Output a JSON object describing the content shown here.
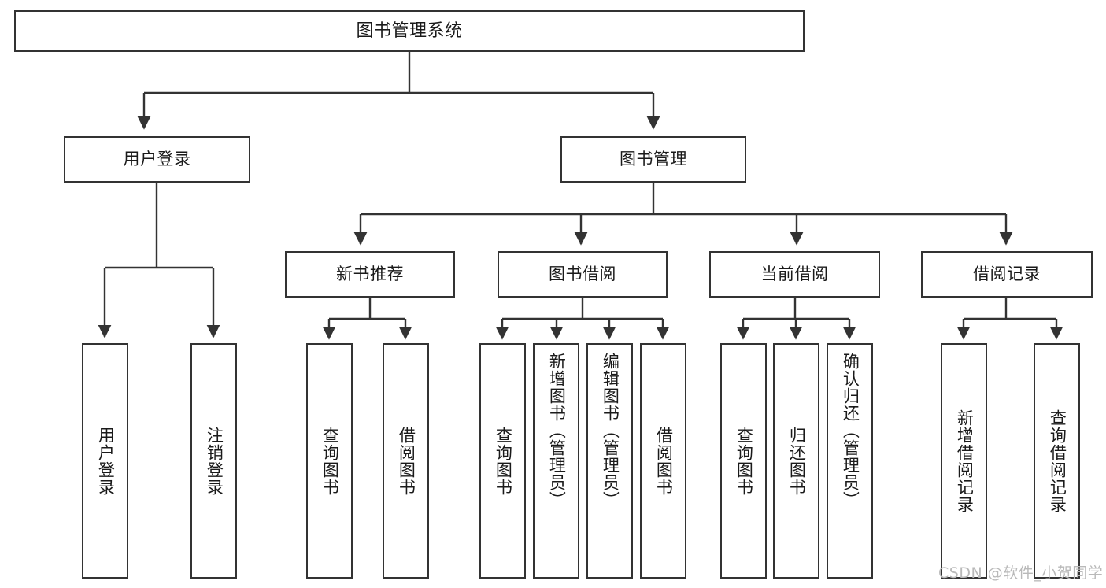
{
  "diagram": {
    "type": "tree-hierarchy-diagram",
    "title": "图书管理系统",
    "root": {
      "label": "图书管理系统"
    },
    "level2": [
      {
        "id": "user-login",
        "label": "用户登录"
      },
      {
        "id": "book-management",
        "label": "图书管理"
      }
    ],
    "level3": [
      {
        "id": "new-book-recommend",
        "label": "新书推荐",
        "parent": "book-management"
      },
      {
        "id": "book-borrow",
        "label": "图书借阅",
        "parent": "book-management"
      },
      {
        "id": "current-borrow",
        "label": "当前借阅",
        "parent": "book-management"
      },
      {
        "id": "borrow-record",
        "label": "借阅记录",
        "parent": "book-management"
      }
    ],
    "leaves": {
      "user_login": [
        {
          "id": "leaf-user-login",
          "label": "用户登录"
        },
        {
          "id": "leaf-logout-login",
          "label": "注销登录"
        }
      ],
      "new_book_recommend": [
        {
          "id": "leaf-query-book-1",
          "label": "查询图书"
        },
        {
          "id": "leaf-borrow-book-1",
          "label": "借阅图书"
        }
      ],
      "book_borrow": [
        {
          "id": "leaf-query-book-2",
          "label": "查询图书"
        },
        {
          "id": "leaf-add-book",
          "label": "新增图书（管理员）"
        },
        {
          "id": "leaf-edit-book",
          "label": "编辑图书（管理员）"
        },
        {
          "id": "leaf-borrow-book-2",
          "label": "借阅图书"
        }
      ],
      "current_borrow": [
        {
          "id": "leaf-query-book-3",
          "label": "查询图书"
        },
        {
          "id": "leaf-return-book",
          "label": "归还图书"
        },
        {
          "id": "leaf-confirm-return",
          "label": "确认归还（管理员）"
        }
      ],
      "borrow_record": [
        {
          "id": "leaf-add-record",
          "label": "新增借阅记录"
        },
        {
          "id": "leaf-query-record",
          "label": "查询借阅记录"
        }
      ]
    },
    "watermark": "CSDN @软件_小贺同学",
    "colors": {
      "stroke": "#333333",
      "fill": "#ffffff",
      "text": "#1a1a1a",
      "watermark": "#b9b9b9"
    }
  }
}
